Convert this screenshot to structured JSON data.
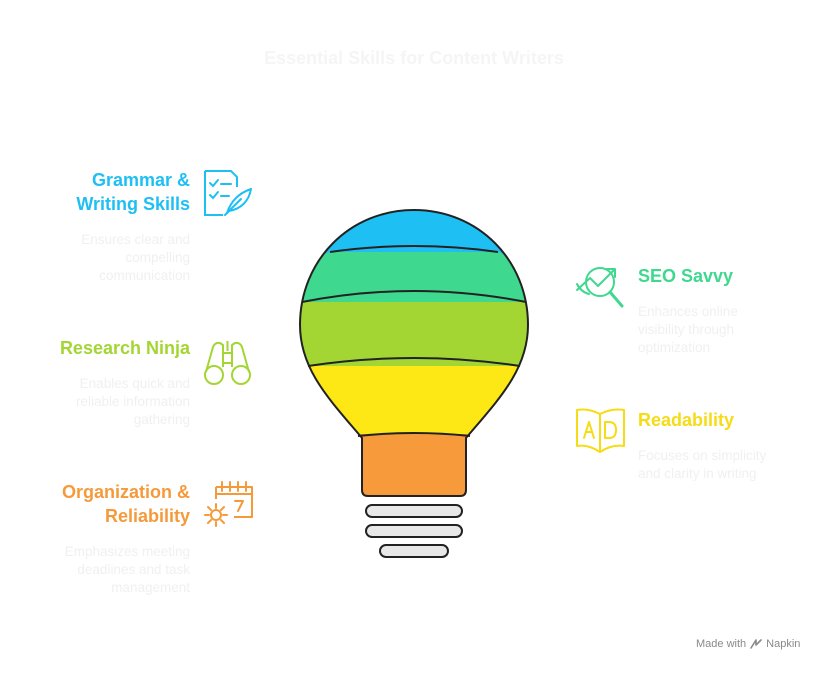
{
  "title": "Essential Skills for Content Writers",
  "skills": [
    {
      "heading": "Grammar & Writing Skills",
      "heading_lines": [
        "Grammar &",
        "Writing Skills"
      ],
      "description": "Ensures clear and compelling communication",
      "color": "#1ec0f4",
      "icon": "checklist-feather-icon"
    },
    {
      "heading": "Research Ninja",
      "description": "Enables quick and reliable information gathering",
      "color": "#a3d633",
      "icon": "binoculars-icon"
    },
    {
      "heading": "Organization & Reliability",
      "heading_lines": [
        "Organization &",
        "Reliability"
      ],
      "description": "Emphasizes meeting deadlines and task management",
      "color": "#f59a3b",
      "icon": "calendar-gear-icon"
    },
    {
      "heading": "SEO Savvy",
      "description": "Enhances online visibility through optimization",
      "color": "#3fd88f",
      "icon": "seo-magnifier-icon"
    },
    {
      "heading": "Readability",
      "description": "Focuses on simplicity and clarity in writing",
      "color": "#f6dc15",
      "icon": "book-ad-icon"
    }
  ],
  "bulb_colors": [
    "#1ec0f4",
    "#3fd88f",
    "#a3d633",
    "#fde714",
    "#f79a3b"
  ],
  "footer": {
    "made_with": "Made with",
    "brand": "Napkin"
  }
}
